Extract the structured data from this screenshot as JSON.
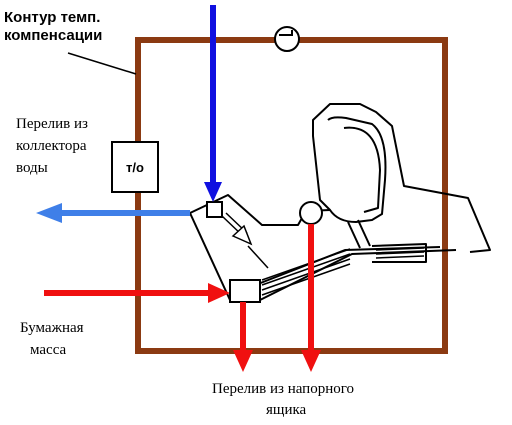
{
  "labels": {
    "contour_line1": "Контур темп.",
    "contour_line2": "компенсации",
    "water_overflow_line1": "Перелив из",
    "water_overflow_line2": "коллектора",
    "water_overflow_line3": "воды",
    "paper_line1": "Бумажная",
    "paper_line2": "масса",
    "headbox_overflow_line1": "Перелив из напорного",
    "headbox_overflow_line2": "ящика",
    "heat_exchanger": "т/о"
  },
  "colors": {
    "contour": "#8B3A12",
    "blue": "#1010E0",
    "light_blue": "#3F7FE8",
    "red": "#F01010",
    "outline": "#000000"
  }
}
